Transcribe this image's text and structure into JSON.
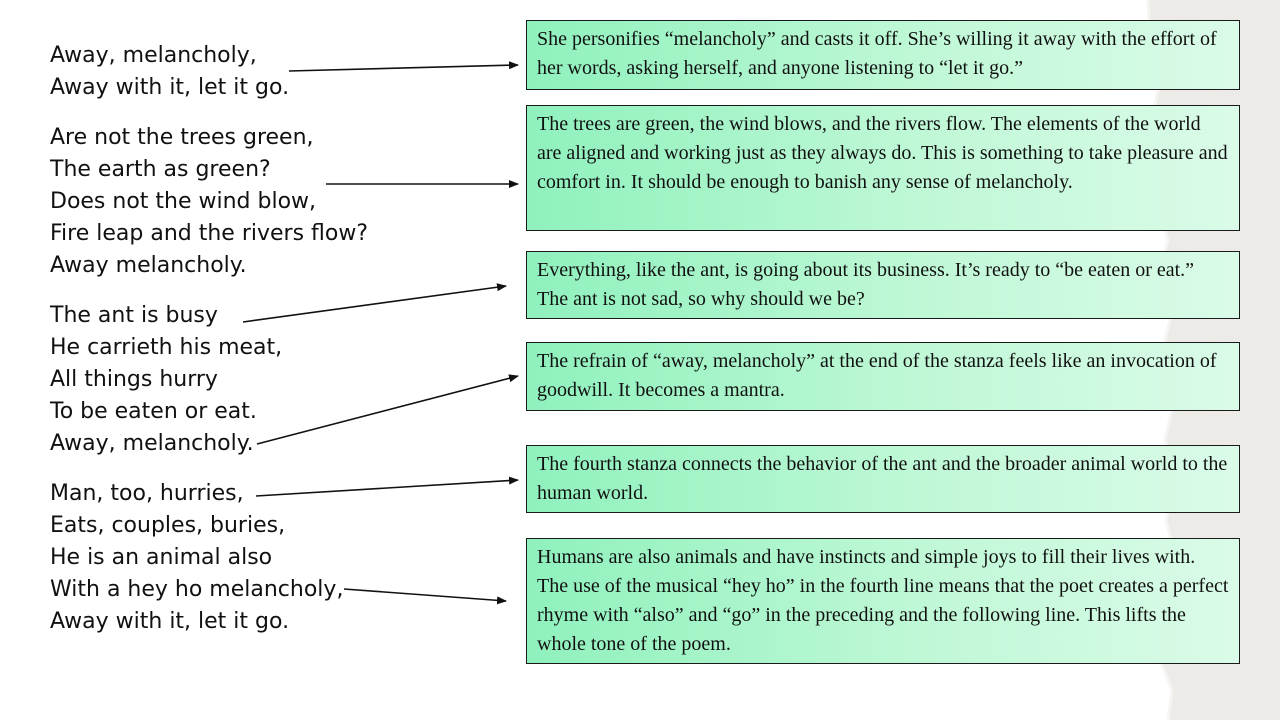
{
  "poem": {
    "lines": [
      "Away, melancholy,",
      "Away with it, let it go.",
      "Are not the trees green,",
      "The earth as green?",
      "Does not the wind blow,",
      "Fire leap and the rivers flow?",
      "Away melancholy.",
      "The ant is busy",
      "He carrieth his meat,",
      "All things hurry",
      "To be eaten or eat.",
      "Away, melancholy.",
      "Man, too, hurries,",
      "Eats, couples, buries,",
      "He is an animal also",
      "With a hey ho melancholy,",
      "Away with it, let it go."
    ]
  },
  "notes": [
    "She personifies “melancholy” and casts it off. She’s willing it away with the effort of her words, asking herself, and anyone listening to “let it go.”",
    "The trees are green, the wind blows, and the rivers flow. The elements of the world are aligned and working just as they always do. This is something to take pleasure and comfort in. It should be enough to banish any sense of melancholy.",
    "Everything, like the ant, is going about its business. It’s ready to “be eaten or eat.” The ant is not sad, so why should we be?",
    "The refrain of “away, melancholy” at the end of the stanza feels like an invocation of goodwill. It becomes a mantra.",
    "The fourth stanza connects the behavior of the ant and the broader animal world to the human world.",
    "Humans are also animals and have instincts and simple joys to fill their lives with. The use of the musical “hey ho” in the fourth line means that the poet creates a perfect rhyme with “also” and “go” in the preceding and the following line. This lifts the whole tone of the poem."
  ],
  "colors": {
    "note_fill": "#bff8d6",
    "note_border": "#1a1a1a",
    "text": "#111111",
    "paper_edge": "#e9e8e5"
  }
}
